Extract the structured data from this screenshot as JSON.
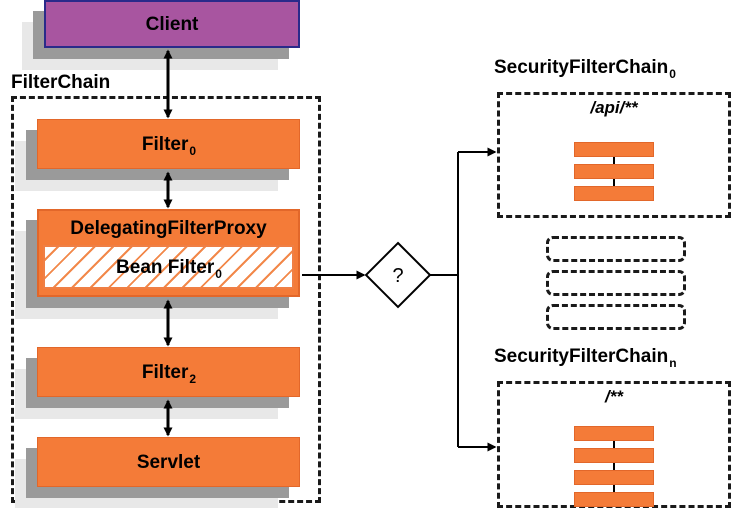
{
  "diagram": {
    "title": "Spring Security FilterChain delegation diagram",
    "colors": {
      "filter_orange": "#f47b38",
      "filter_orange_border": "#e2672a",
      "client_purple": "#a855a0",
      "client_border": "#2a2a8a",
      "shadow_dark": "#9a9a9a",
      "shadow_light": "#e8e8e8",
      "line_black": "#000000"
    }
  },
  "client": {
    "label": "Client"
  },
  "filter_chain": {
    "group_label": "FilterChain",
    "nodes": [
      {
        "label": "Filter",
        "subscript": "0",
        "kind": "filter"
      },
      {
        "label": "DelegatingFilterProxy",
        "subscript": "",
        "kind": "proxy",
        "inner": {
          "label": "Bean Filter",
          "subscript": "0",
          "kind": "bean-filter"
        }
      },
      {
        "label": "Filter",
        "subscript": "2",
        "kind": "filter"
      },
      {
        "label": "Servlet",
        "subscript": "",
        "kind": "servlet"
      }
    ]
  },
  "decision": {
    "label": "?",
    "shape": "diamond"
  },
  "security_chains": [
    {
      "group_label": "SecurityFilterChain",
      "subscript": "0",
      "path_pattern": "/api/**",
      "filter_count": 3
    },
    {
      "group_label": "SecurityFilterChain",
      "subscript": "n",
      "path_pattern": "/**",
      "filter_count": 4
    }
  ],
  "ellipsis_placeholders": {
    "count": 3,
    "label": ""
  }
}
